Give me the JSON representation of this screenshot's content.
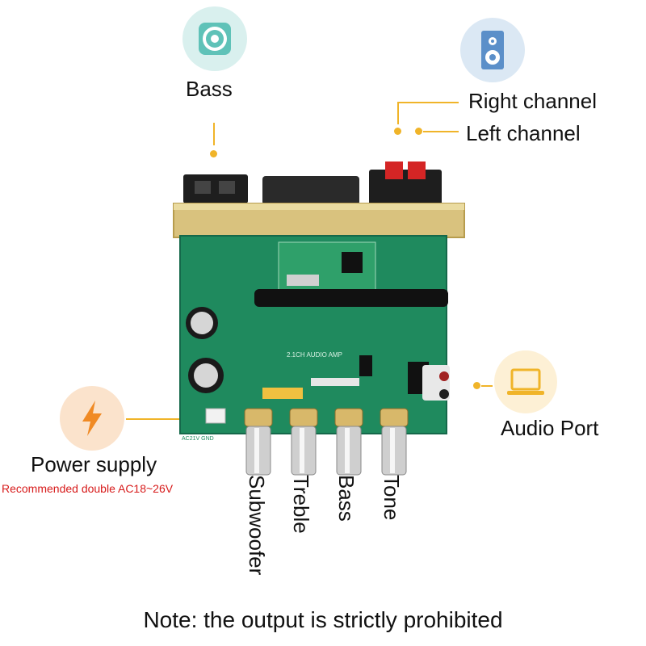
{
  "labels": {
    "bass_top": "Bass",
    "right_channel": "Right channel",
    "left_channel": "Left channel",
    "audio_port": "Audio Port",
    "power_supply": "Power supply",
    "recommended": "Recommended double AC18~26V",
    "subwoofer": "Subwoofer",
    "treble": "Treble",
    "bass_knob": "Bass",
    "tone": "Tone",
    "note": "Note: the output is strictly prohibited"
  },
  "board": {
    "silkscreen": "2.1CH AUDIO AMP",
    "power_pins": "AC21V GND"
  },
  "icons": {
    "bass": "speaker-woofer-icon",
    "channel": "speaker-cabinet-icon",
    "audio_port": "laptop-icon",
    "power": "lightning-bolt-icon"
  },
  "colors": {
    "leader": "#f0b429",
    "pcb": "#1f8a5e",
    "teal_circle": "#d9f0ee",
    "blue_circle": "#dbe8f4",
    "peach_circle": "#fbe3cc",
    "cream_circle": "#fdf0d5"
  }
}
